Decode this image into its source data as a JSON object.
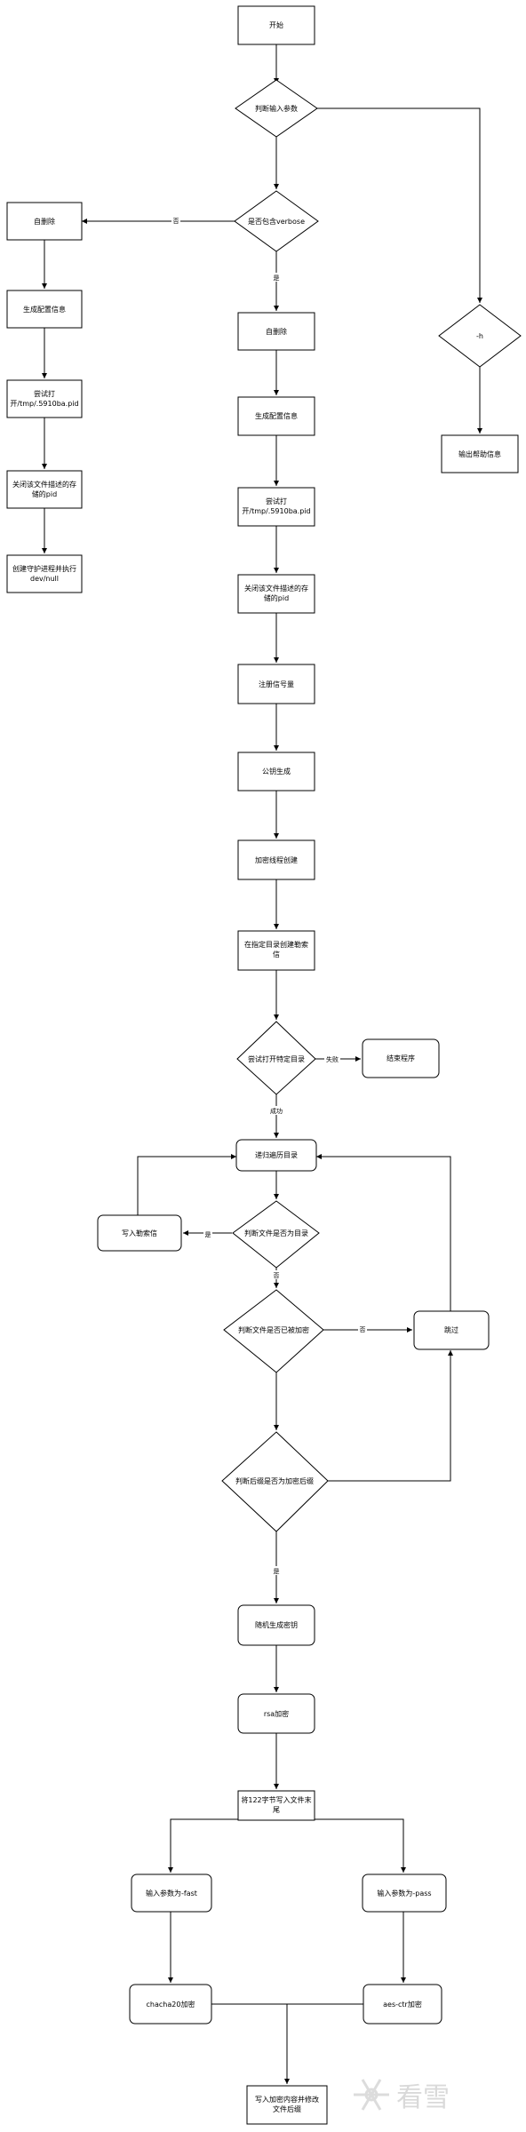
{
  "nodes": {
    "start": "开始",
    "check_args": "判断输入参数",
    "check_verbose": "是否包含verbose",
    "self_delete_left": "自删除",
    "gen_config_left": "生成配置信息",
    "try_open_left": [
      "尝试打",
      "开/tmp/.5910ba.pid"
    ],
    "close_write_pid_left": [
      "关闭该文件描述的存",
      "储的pid"
    ],
    "create_daemon": [
      "创建守护进程并执行",
      "dev/null"
    ],
    "self_delete_mid": "自删除",
    "gen_config_mid": "生成配置信息",
    "try_open_mid": [
      "尝试打",
      "开/tmp/.5910ba.pid"
    ],
    "close_write_pid_mid": [
      "关闭该文件描述的存",
      "储的pid"
    ],
    "register_signal": "注册信号量",
    "pubkey_gen": "公钥生成",
    "encrypt_thread_init": "加密线程创建",
    "create_ransom_note": [
      "在指定目录创建勒索",
      "信"
    ],
    "check_h": "-h",
    "print_help": "输出帮助信息",
    "try_open_dir": "尝试打开特定目录",
    "exit_program": "结束程序",
    "traverse_dir": "递归遍历目录",
    "is_dir": "判断文件是否为目录",
    "write_ransom_note": "写入勒索信",
    "is_encrypted": "判断文件是否已被加密",
    "skip": "跳过",
    "is_ext_encrypted": "判断后缀是否为加密后缀",
    "random_key": "随机生成密钥",
    "rsa_encrypt": "rsa加密",
    "write_122_bytes": [
      "将122字节写入文件末",
      "尾"
    ],
    "param_fast": "输入参数为-fast",
    "param_pass": "输入参数为-pass",
    "chacha20": "chacha20加密",
    "aes_ctr": "aes-ctr加密",
    "write_encrypted": [
      "写入加密内容并修改",
      "文件后缀"
    ]
  },
  "edge_labels": {
    "no_verbose": "否",
    "yes_verbose": "是",
    "fail": "失败",
    "success": "成功",
    "is_dir_yes": "是",
    "is_dir_no": "否",
    "encrypted_no": "否",
    "ext_no": "是"
  },
  "watermark": "看雪"
}
